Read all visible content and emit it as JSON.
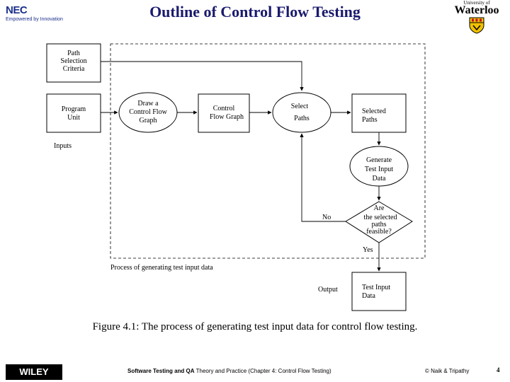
{
  "header": {
    "nec_logo": "NEC",
    "nec_tagline": "Empowered by Innovation",
    "title": "Outline of Control Flow Testing",
    "uw_small": "University of",
    "uw_big": "Waterloo"
  },
  "diagram": {
    "path_selection_criteria": [
      "Path",
      "Selection",
      "Criteria"
    ],
    "program_unit": [
      "Program",
      "Unit"
    ],
    "inputs": "Inputs",
    "draw_cfg": [
      "Draw a",
      "Control Flow",
      "Graph"
    ],
    "control_flow_graph": [
      "Control",
      "Flow Graph"
    ],
    "select_paths": [
      "Select",
      "Paths"
    ],
    "selected_paths": [
      "Selected",
      "Paths"
    ],
    "generate_test_input": [
      "Generate",
      "Test Input",
      "Data"
    ],
    "decision": [
      "Are",
      "the selected",
      "paths",
      "feasible?"
    ],
    "no_label": "No",
    "yes_label": "Yes",
    "process_label": "Process of generating test input data",
    "output_label": "Output",
    "test_input_data": [
      "Test Input",
      "Data"
    ]
  },
  "caption": "Figure 4.1: The process of generating test input data for control flow testing.",
  "footer": {
    "publisher": "WILEY",
    "book_bold": "Software Testing and QA",
    "book_rest": " Theory and Practice (Chapter 4: Control Flow Testing)",
    "copyright": "© Naik & Tripathy",
    "page_number": "4"
  },
  "colors": {
    "title": "#1a1a6e",
    "nec_blue": "#1a2f8a"
  }
}
